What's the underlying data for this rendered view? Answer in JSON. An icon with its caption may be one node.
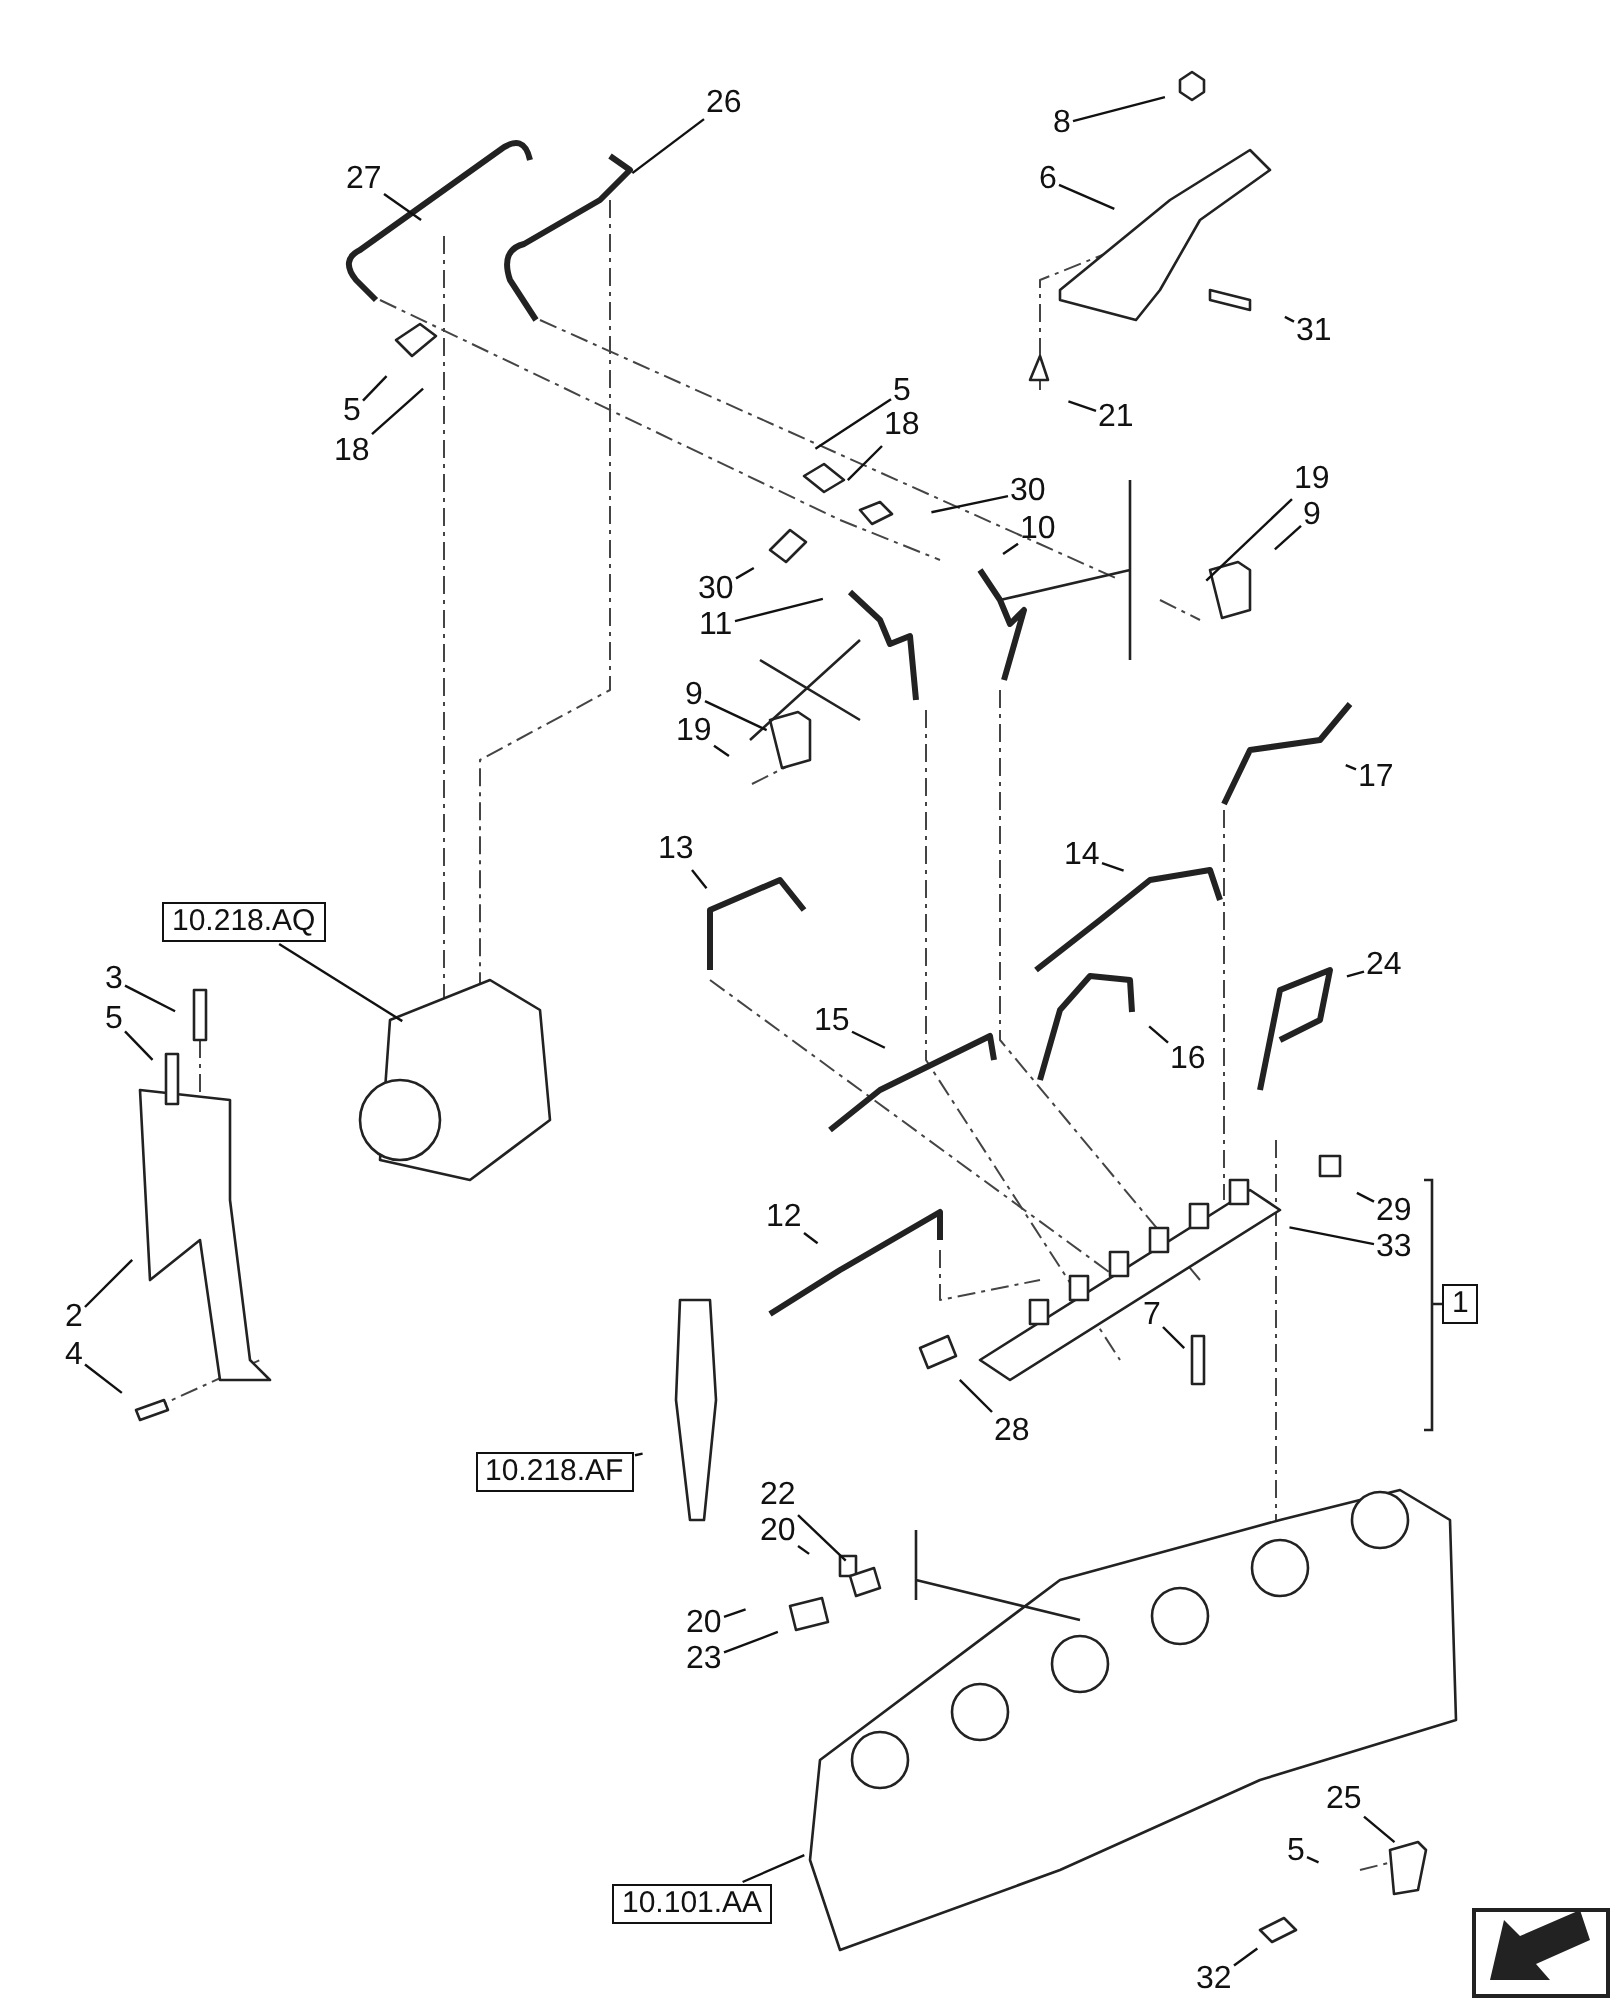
{
  "diagram": {
    "nodes": [
      {
        "text": [
          "26"
        ]
      },
      {
        "text": [
          "27"
        ]
      },
      {
        "text": [
          "8"
        ]
      },
      {
        "text": [
          "6"
        ]
      },
      {
        "text": [
          "31"
        ]
      },
      {
        "text": [
          "5"
        ]
      },
      {
        "text": [
          "18"
        ]
      },
      {
        "text": [
          "5"
        ]
      },
      {
        "text": [
          "18"
        ]
      },
      {
        "text": [
          "21"
        ]
      },
      {
        "text": [
          "30"
        ]
      },
      {
        "text": [
          "10"
        ]
      },
      {
        "text": [
          "19"
        ]
      },
      {
        "text": [
          "9"
        ]
      },
      {
        "text": [
          "30"
        ]
      },
      {
        "text": [
          "11"
        ]
      },
      {
        "text": [
          "9"
        ]
      },
      {
        "text": [
          "19"
        ]
      },
      {
        "text": [
          "17"
        ]
      },
      {
        "text": [
          "13"
        ]
      },
      {
        "text": [
          "14"
        ]
      },
      {
        "text": [
          "10.218.AQ"
        ]
      },
      {
        "text": [
          "24"
        ]
      },
      {
        "text": [
          "3"
        ]
      },
      {
        "text": [
          "5"
        ]
      },
      {
        "text": [
          "15"
        ]
      },
      {
        "text": [
          "16"
        ]
      },
      {
        "text": [
          "29"
        ]
      },
      {
        "text": [
          "12"
        ]
      },
      {
        "text": [
          "33"
        ]
      },
      {
        "text": [
          "1"
        ]
      },
      {
        "text": [
          "2"
        ]
      },
      {
        "text": [
          "4"
        ]
      },
      {
        "text": [
          "7"
        ]
      },
      {
        "text": [
          "28"
        ]
      },
      {
        "text": [
          "10.218.AF"
        ]
      },
      {
        "text": [
          "22"
        ]
      },
      {
        "text": [
          "20"
        ]
      },
      {
        "text": [
          "20"
        ]
      },
      {
        "text": [
          "23"
        ]
      },
      {
        "text": [
          "25"
        ]
      },
      {
        "text": [
          "5"
        ]
      },
      {
        "text": [
          "10.101.AA"
        ]
      },
      {
        "text": [
          "32"
        ]
      }
    ],
    "edges": [
      {
        "from": 0,
        "to": null,
        "arrow": "none"
      },
      {
        "from": 1,
        "to": null,
        "arrow": "none"
      },
      {
        "from": 2,
        "to": null,
        "arrow": "none"
      },
      {
        "from": 3,
        "to": null,
        "arrow": "none"
      },
      {
        "from": 4,
        "to": null,
        "arrow": "none"
      },
      {
        "from": 5,
        "to": null,
        "arrow": "none"
      },
      {
        "from": 6,
        "to": null,
        "arrow": "none"
      },
      {
        "from": 7,
        "to": null,
        "arrow": "none"
      },
      {
        "from": 8,
        "to": null,
        "arrow": "none"
      },
      {
        "from": 9,
        "to": null,
        "arrow": "none"
      },
      {
        "from": 10,
        "to": null,
        "arrow": "none"
      },
      {
        "from": 11,
        "to": null,
        "arrow": "none"
      },
      {
        "from": 12,
        "to": null,
        "arrow": "none"
      },
      {
        "from": 13,
        "to": null,
        "arrow": "none"
      },
      {
        "from": 14,
        "to": null,
        "arrow": "none"
      },
      {
        "from": 15,
        "to": null,
        "arrow": "none"
      },
      {
        "from": 16,
        "to": null,
        "arrow": "none"
      },
      {
        "from": 17,
        "to": null,
        "arrow": "none"
      },
      {
        "from": 18,
        "to": null,
        "arrow": "none"
      },
      {
        "from": 19,
        "to": null,
        "arrow": "none"
      },
      {
        "from": 20,
        "to": null,
        "arrow": "none"
      },
      {
        "from": 21,
        "to": null,
        "arrow": "none"
      },
      {
        "from": 22,
        "to": null,
        "arrow": "none"
      },
      {
        "from": 23,
        "to": null,
        "arrow": "none"
      },
      {
        "from": 24,
        "to": null,
        "arrow": "none"
      },
      {
        "from": 25,
        "to": null,
        "arrow": "none"
      },
      {
        "from": 26,
        "to": null,
        "arrow": "none"
      },
      {
        "from": 27,
        "to": null,
        "arrow": "none"
      },
      {
        "from": 28,
        "to": null,
        "arrow": "none"
      },
      {
        "from": 29,
        "to": null,
        "arrow": "none"
      },
      {
        "from": 31,
        "to": null,
        "arrow": "none"
      },
      {
        "from": 32,
        "to": null,
        "arrow": "none"
      },
      {
        "from": 33,
        "to": null,
        "arrow": "none"
      },
      {
        "from": 34,
        "to": null,
        "arrow": "none"
      },
      {
        "from": 35,
        "to": null,
        "arrow": "none"
      },
      {
        "from": 36,
        "to": null,
        "arrow": "none"
      },
      {
        "from": 37,
        "to": null,
        "arrow": "none"
      },
      {
        "from": 38,
        "to": null,
        "arrow": "none"
      },
      {
        "from": 39,
        "to": null,
        "arrow": "none"
      },
      {
        "from": 40,
        "to": null,
        "arrow": "none"
      },
      {
        "from": 41,
        "to": null,
        "arrow": "none"
      },
      {
        "from": 42,
        "to": null,
        "arrow": "none"
      },
      {
        "from": 43,
        "to": null,
        "arrow": "none"
      }
    ]
  }
}
